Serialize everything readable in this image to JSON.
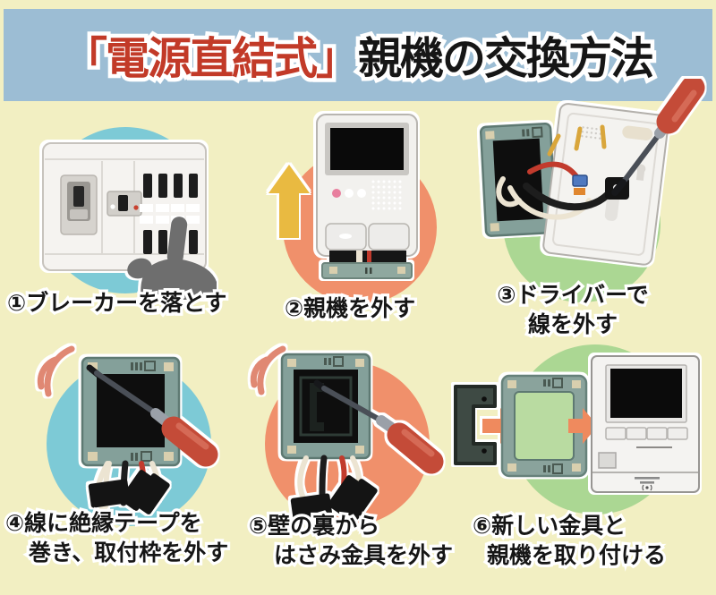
{
  "title": {
    "highlight": "「電源直結式」",
    "main": "親機の交換方法"
  },
  "steps": [
    {
      "number": "①",
      "lines": [
        "①ブレーカーを落とす"
      ],
      "illustration": "breaker-panel-with-pointing-hand",
      "circle_color": "#7dcad6"
    },
    {
      "number": "②",
      "lines": [
        "②親機を外す"
      ],
      "illustration": "intercom-unit-lifted-up-arrow",
      "circle_color": "#f0906b"
    },
    {
      "number": "③",
      "lines": [
        "③ドライバーで",
        "線を外す"
      ],
      "illustration": "screwdriver-detaching-wires-from-back-panel",
      "circle_color": "#abd793"
    },
    {
      "number": "④",
      "lines": [
        "④線に絶縁テープを",
        "巻き、取付枠を外す"
      ],
      "illustration": "taped-wires-unscrew-mounting-frame",
      "circle_color": "#7dcad6"
    },
    {
      "number": "⑤",
      "lines": [
        "⑤壁の裏から",
        "はさみ金具を外す"
      ],
      "illustration": "screwdriver-removing-clamp-bracket-behind-wall",
      "circle_color": "#f0906b"
    },
    {
      "number": "⑥",
      "lines": [
        "⑥新しい金具と",
        "親機を取り付ける"
      ],
      "illustration": "new-clamp-bracket-frame-and-new-unit",
      "circle_color": "#abd793"
    }
  ],
  "colors": {
    "background": "#f2efc2",
    "header_band": "#9cbdd4",
    "title_highlight": "#c23a28",
    "title_text": "#161616",
    "circle_teal": "#7dcad6",
    "circle_orange": "#f0906b",
    "circle_green": "#abd793",
    "screwdriver_red": "#c44b38",
    "mounting_frame_teal": "#84a09a",
    "up_arrow_yellow": "#e9ba41",
    "right_arrow_orange": "#ef8a5e",
    "vibration_arc_coral": "#e08873",
    "wire_red": "#c23b2d",
    "wire_white": "#ece4d2",
    "tape_black": "#141414"
  }
}
